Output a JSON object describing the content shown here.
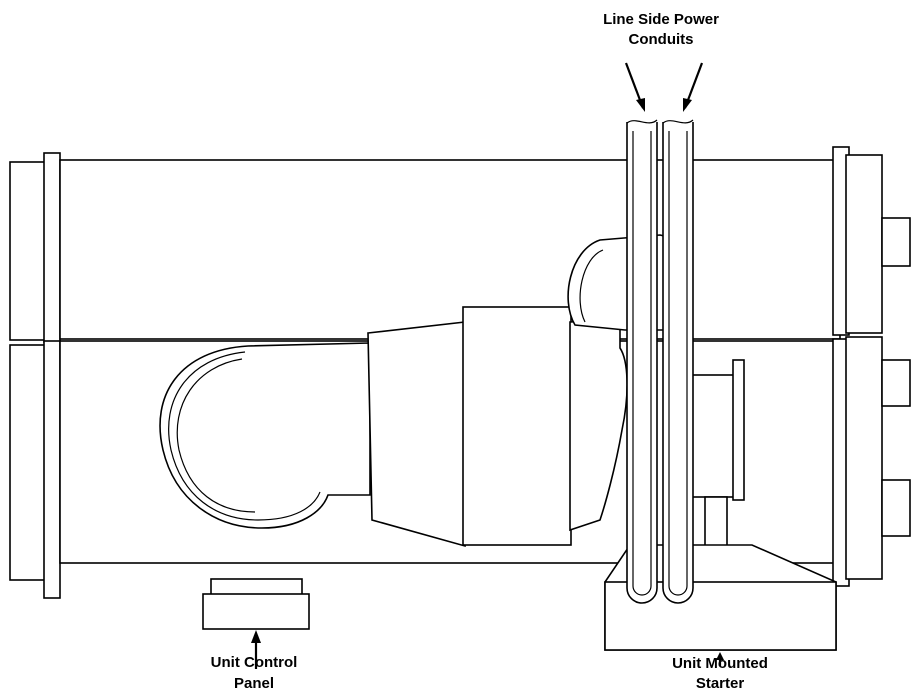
{
  "labels": {
    "conduits_line1": "Line Side Power",
    "conduits_line2": "Conduits",
    "control_panel_line1": "Unit Control",
    "control_panel_line2": "Panel",
    "starter_line1": "Unit Mounted",
    "starter_line2": "Starter"
  }
}
